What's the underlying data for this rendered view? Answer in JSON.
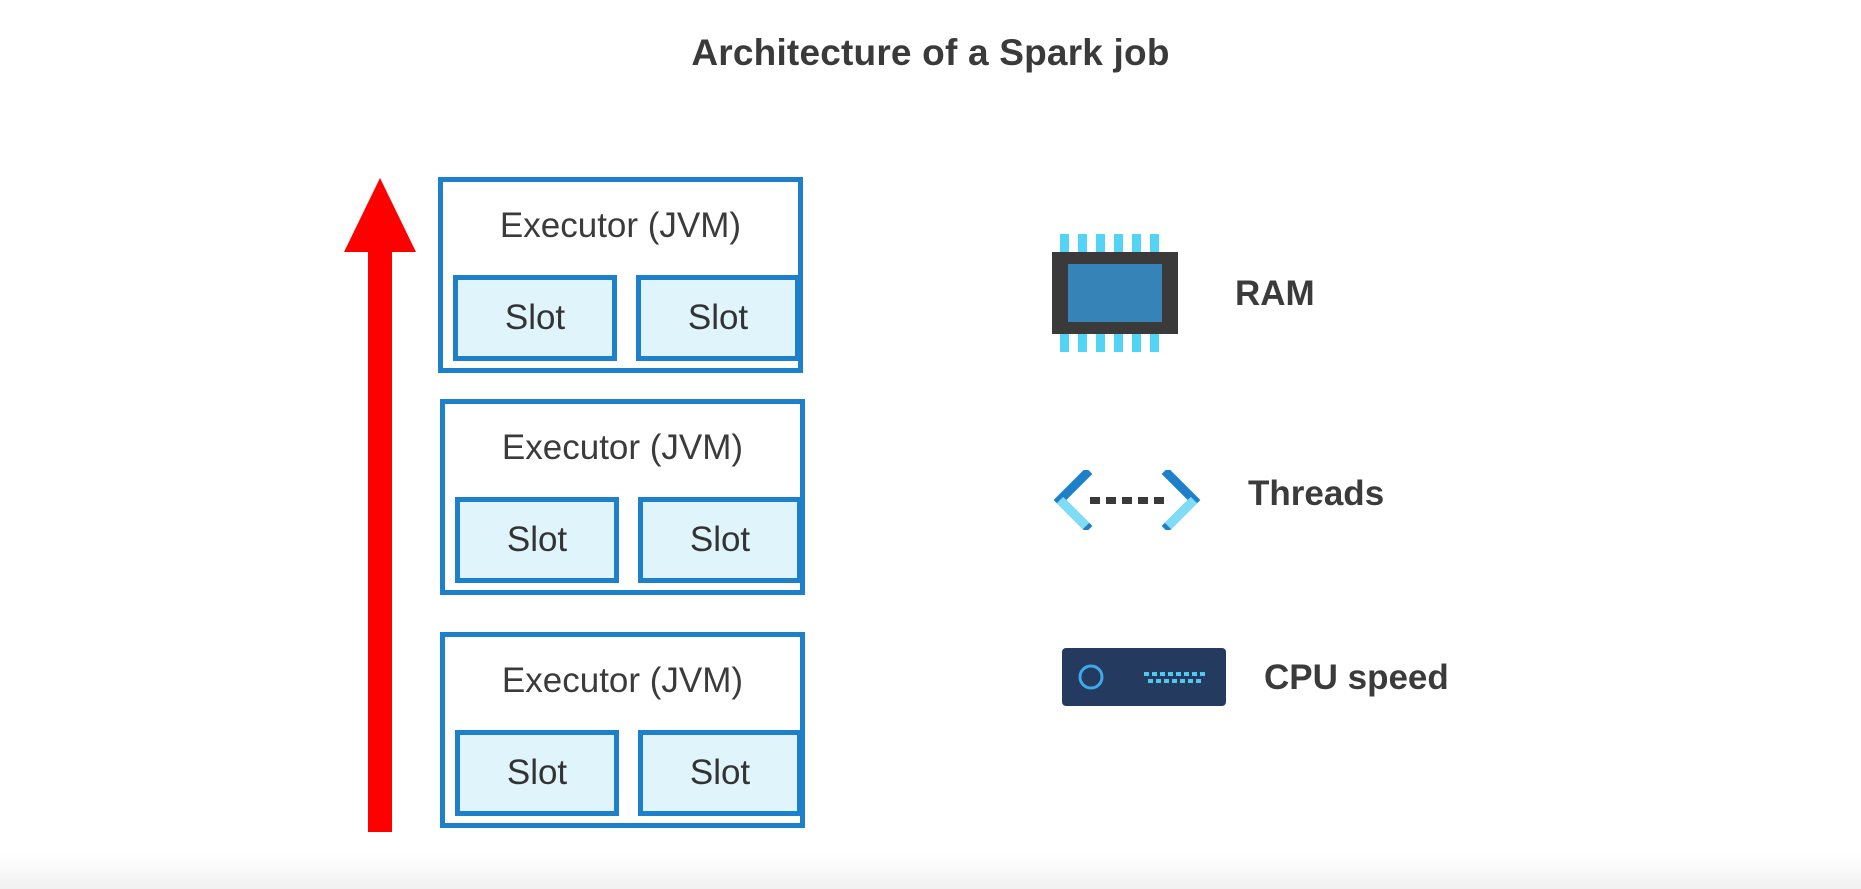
{
  "title": "Architecture of a Spark job",
  "executors": [
    {
      "label": "Executor (JVM)",
      "slots": [
        "Slot",
        "Slot"
      ]
    },
    {
      "label": "Executor (JVM)",
      "slots": [
        "Slot",
        "Slot"
      ]
    },
    {
      "label": "Executor (JVM)",
      "slots": [
        "Slot",
        "Slot"
      ]
    }
  ],
  "legend": [
    {
      "icon": "ram-chip-icon",
      "label": "RAM"
    },
    {
      "icon": "threads-icon",
      "label": "Threads"
    },
    {
      "icon": "cpu-icon",
      "label": "CPU speed"
    }
  ],
  "colors": {
    "arrow": "#ff0000",
    "border": "#1e7fcb",
    "slot_fill": "#e0f4fc",
    "ram_body": "#3a3a3a",
    "ram_die": "#3683b8",
    "ram_pins": "#54d4f4",
    "cpu_body": "#243a5e",
    "cpu_accent": "#50c8f0"
  }
}
